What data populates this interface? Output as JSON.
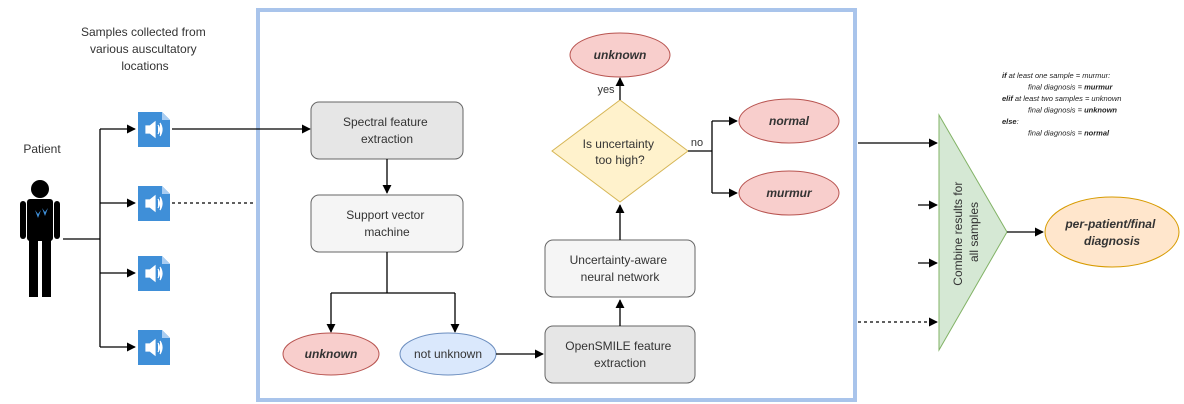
{
  "samples_caption": [
    "Samples collected from",
    "various auscultatory",
    "locations"
  ],
  "patient_label": "Patient",
  "spectral": [
    "Spectral feature",
    "extraction"
  ],
  "svm": [
    "Support vector",
    "machine"
  ],
  "unknown_svm": "unknown",
  "not_unknown": "not unknown",
  "opensmile": [
    "OpenSMILE feature",
    "extraction"
  ],
  "nn": [
    "Uncertainty-aware",
    "neural network"
  ],
  "decision": [
    "Is uncertainty",
    "too high?"
  ],
  "yes_label": "yes",
  "no_label": "no",
  "unknown_top": "unknown",
  "normal": "normal",
  "murmur": "murmur",
  "combine": [
    "Combine results for",
    "all samples"
  ],
  "final": [
    "per-patient/final",
    "diagnosis"
  ],
  "rules": [
    {
      "k": "if",
      "t": " at least one sample = murmur:"
    },
    {
      "k": "",
      "t": "final diagnosis = ",
      "b": "murmur",
      "indent": true
    },
    {
      "k": "elif",
      "t": " at least two samples = unknown"
    },
    {
      "k": "",
      "t": "final diagnosis = ",
      "b": "unknown",
      "indent": true
    },
    {
      "k": "else",
      "t": ":"
    },
    {
      "k": "",
      "t": "final diagnosis = ",
      "b": "normal",
      "indent": true
    }
  ],
  "colors": {
    "frame": "#a9c4eb",
    "gray_box_fill": "#e6e6e6",
    "light_box_fill": "#f5f5f5",
    "box_stroke": "#666666",
    "red_fill": "#f8cecc",
    "red_stroke": "#b85450",
    "blue_fill": "#dae8fc",
    "blue_stroke": "#6c8ebf",
    "yellow_fill": "#fff2cc",
    "yellow_stroke": "#d6b656",
    "green_fill": "#d5e8d4",
    "green_stroke": "#82b366",
    "orange_fill": "#ffe6cc",
    "orange_stroke": "#d79b00",
    "audio_icon": "#3f8fd8"
  },
  "icons": [
    "person-icon",
    "audio-file-icon"
  ]
}
